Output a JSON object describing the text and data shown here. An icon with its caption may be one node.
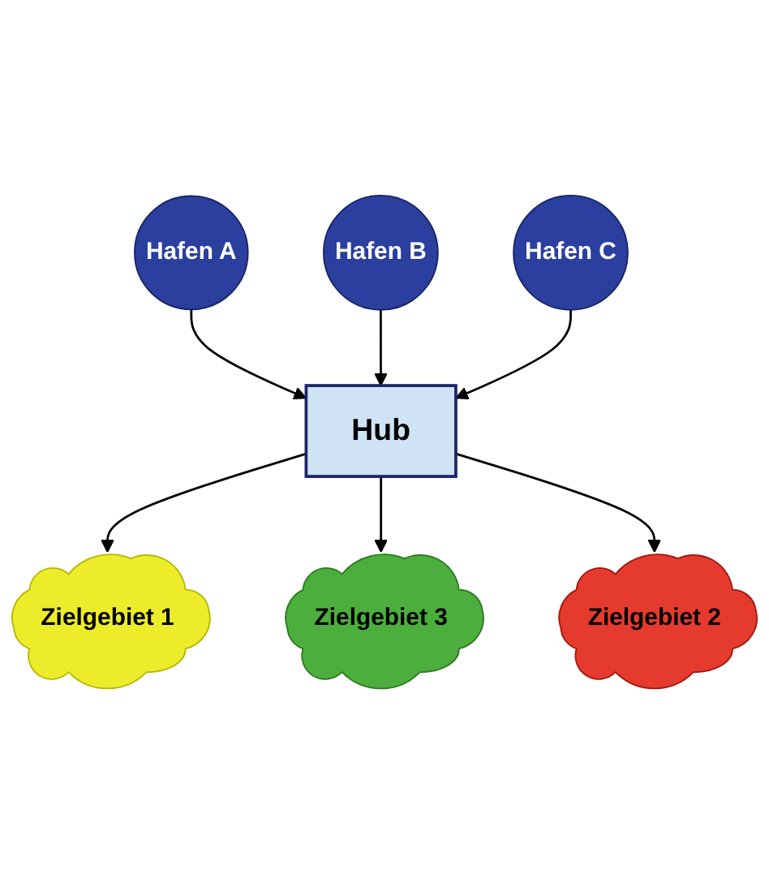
{
  "diagram": {
    "nodes": [
      {
        "text": [
          "Hafen A"
        ]
      },
      {
        "text": [
          "Hafen B"
        ]
      },
      {
        "text": [
          "Hafen C"
        ]
      },
      {
        "text": [
          "Hub"
        ]
      },
      {
        "text": [
          "Zielgebiet 1"
        ]
      },
      {
        "text": [
          "Zielgebiet 3"
        ]
      },
      {
        "text": [
          "Zielgebiet 2"
        ]
      }
    ],
    "edges": [
      {
        "from": 0,
        "to": 3,
        "arrow": "to"
      },
      {
        "from": 1,
        "to": 3,
        "arrow": "to"
      },
      {
        "from": 2,
        "to": 3,
        "arrow": "to"
      },
      {
        "from": 3,
        "to": 4,
        "arrow": "to"
      },
      {
        "from": 3,
        "to": 5,
        "arrow": "to"
      },
      {
        "from": 3,
        "to": 6,
        "arrow": "to"
      }
    ]
  }
}
